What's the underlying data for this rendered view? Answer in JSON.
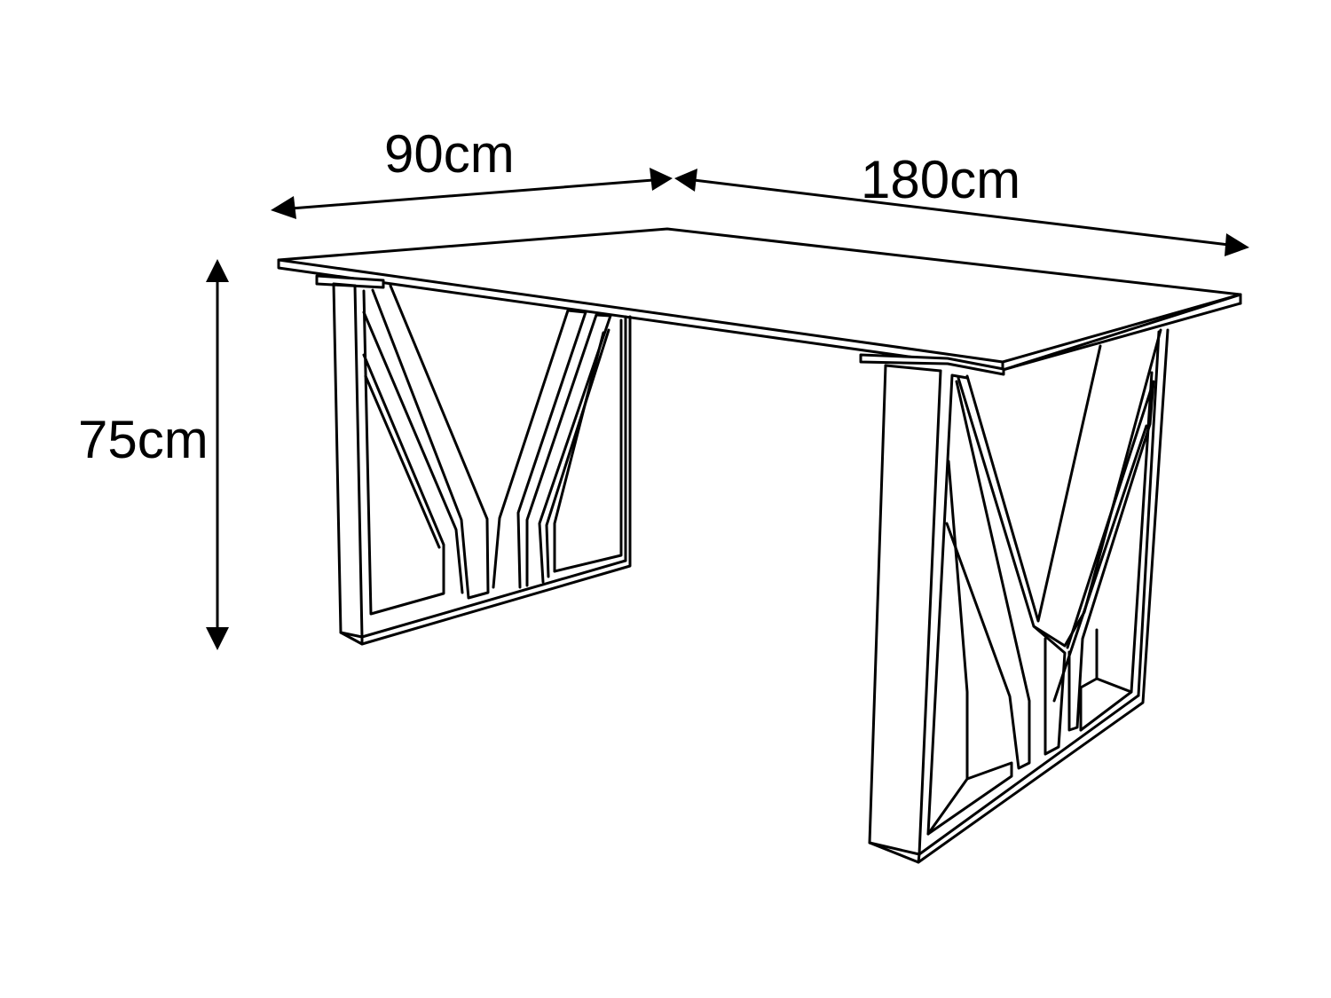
{
  "dimensions": {
    "depth": "90cm",
    "width": "180cm",
    "height": "75cm"
  },
  "colors": {
    "line": "#000000",
    "background": "#ffffff"
  }
}
